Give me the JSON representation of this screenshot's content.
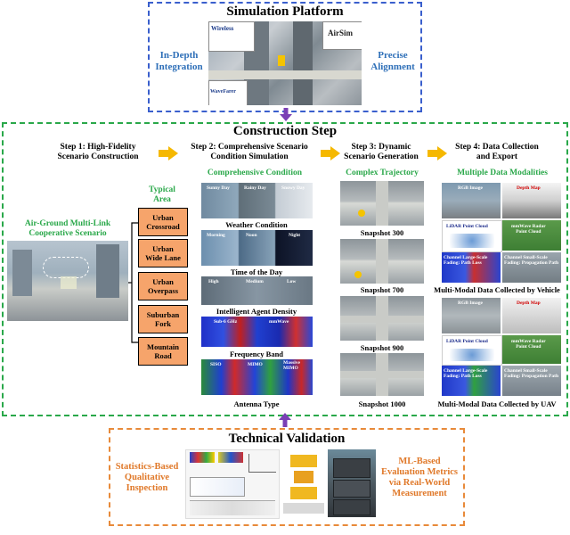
{
  "top": {
    "title": "Simulation Platform",
    "left_label": "In-Depth\nIntegration",
    "right_label": "Precise\nAlignment",
    "tags": [
      "Wireless",
      "AirSim",
      "WaveFarer"
    ]
  },
  "construction": {
    "title": "Construction Step",
    "steps": [
      "Step 1: High-Fidelity\nScenario Construction",
      "Step 2: Comprehensive Scenario\nCondition Simulation",
      "Step 3: Dynamic\nScenario Generation",
      "Step 4: Data Collection\nand Export"
    ],
    "scenario_label": "Air-Ground Multi-Link\nCooperative Scenario",
    "typical_area_title": "Typical\nArea",
    "areas": [
      "Urban\nCrossroad",
      "Urban\nWide Lane",
      "Urban\nOverpass",
      "Suburban\nFork",
      "Mountain\nRoad"
    ],
    "condition_title": "Comprehensive Condition",
    "conditions": [
      "Weather Condition",
      "Time of the Day",
      "Intelligent Agent Density",
      "Frequency Band",
      "Antenna Type"
    ],
    "weather_tags": [
      "Sunny Day",
      "Rainy Day",
      "Snowy Day"
    ],
    "time_tags": [
      "Morning",
      "Noon",
      "Night"
    ],
    "density_tags": [
      "High",
      "Medium",
      "Low"
    ],
    "freq_tags": [
      "Sub-6 GHz",
      "mmWave"
    ],
    "antenna_tags": [
      "SISO",
      "MIMO",
      "Massive\nMIMO"
    ],
    "trajectory_title": "Complex Trajectory",
    "snapshots": [
      "Snapshot 300",
      "Snapshot 700",
      "Snapshot 900",
      "Snapshot 1000"
    ],
    "modalities_title": "Multiple Data Modalities",
    "modality_tags": [
      "RGB Image",
      "Depth Map",
      "LiDAR Point Cloud",
      "mmWave Radar\nPoint Cloud",
      "Channel Large-Scale\nFading: Path Loss",
      "Channel Small-Scale\nFading: Propagation Path"
    ],
    "vehicle_caption": "Multi-Modal Data Collected by Vehicle",
    "uav_caption": "Multi-Modal Data Collected by UAV"
  },
  "validation": {
    "title": "Technical Validation",
    "left_label": "Statistics-Based\nQualitative\nInspection",
    "right_label": "ML-Based\nEvaluation Metrics\nvia Real-World\nMeasurement"
  },
  "colors": {
    "blue_border": "#3a5fcd",
    "green_border": "#2aa84a",
    "orange_border": "#e88a3a",
    "area_fill": "#f6a46b",
    "arrow_yellow": "#f5b800",
    "arrow_purple": "#7a3fb5"
  }
}
